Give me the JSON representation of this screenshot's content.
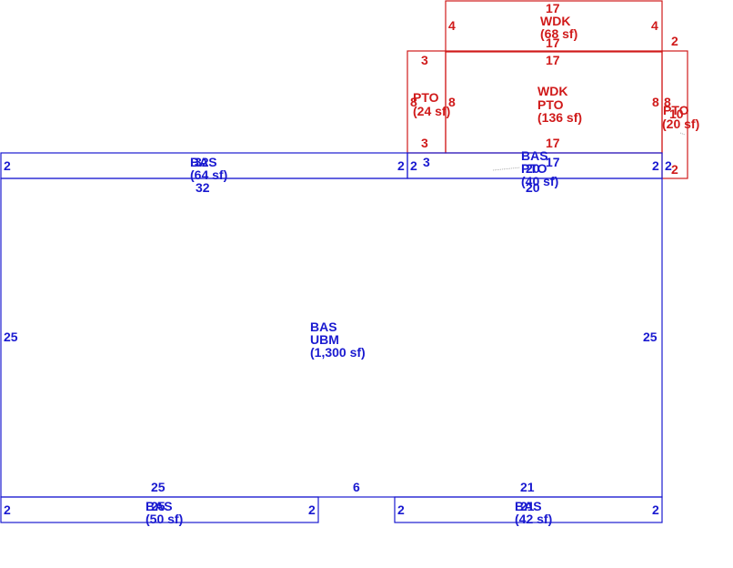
{
  "colors": {
    "blue": "#1a1ad0",
    "red": "#d01a1a"
  },
  "areas": {
    "wdk_top": {
      "code": "WDK",
      "area": "(68 sf)",
      "dim_top": "17",
      "dim_bottom": "17",
      "dim_left": "4",
      "dim_right": "4"
    },
    "pto_left": {
      "code": "PTO",
      "area": "(24 sf)",
      "dim_top": "3",
      "dim_bottom": "3",
      "dim_left": "8",
      "dim_right": "8"
    },
    "wdk_pto_main": {
      "code1": "WDK",
      "code2": "PTO",
      "area": "(136 sf)",
      "dim_top": "17",
      "dim_bottom": "17",
      "dim_left": "8",
      "dim_right": "8"
    },
    "pto_right": {
      "code": "PTO",
      "area": "(20 sf)",
      "dim_top": "2",
      "dim_right": "10",
      "dim_bottom": "2"
    },
    "bas_top_left": {
      "code": "BAS",
      "area": "(64 sf)",
      "dim_top": "32",
      "dim_bottom": "32",
      "dim_left": "2",
      "dim_right": "2"
    },
    "bas_pto_top_right": {
      "code1": "BAS",
      "code2": "PTO",
      "area": "(40 sf)",
      "dim_top": "20",
      "dim_bottom": "20",
      "dim_left": "2",
      "dim_right": "2",
      "overlap_top": "17",
      "overlap_left": "3",
      "overlap_right": "2"
    },
    "bas_ubm": {
      "code1": "BAS",
      "code2": "UBM",
      "area": "(1,300 sf)",
      "dim_left": "25",
      "dim_right": "25",
      "dim_bottom_left": "25",
      "dim_bottom_gap": "6",
      "dim_bottom_right": "21"
    },
    "bas_bottom_left": {
      "code": "BAS",
      "area": "(50 sf)",
      "dim_top": "25",
      "dim_left": "2",
      "dim_right": "2"
    },
    "bas_bottom_right": {
      "code": "BAS",
      "area": "(42 sf)",
      "dim_top": "21",
      "dim_left": "2",
      "dim_right": "2"
    }
  }
}
